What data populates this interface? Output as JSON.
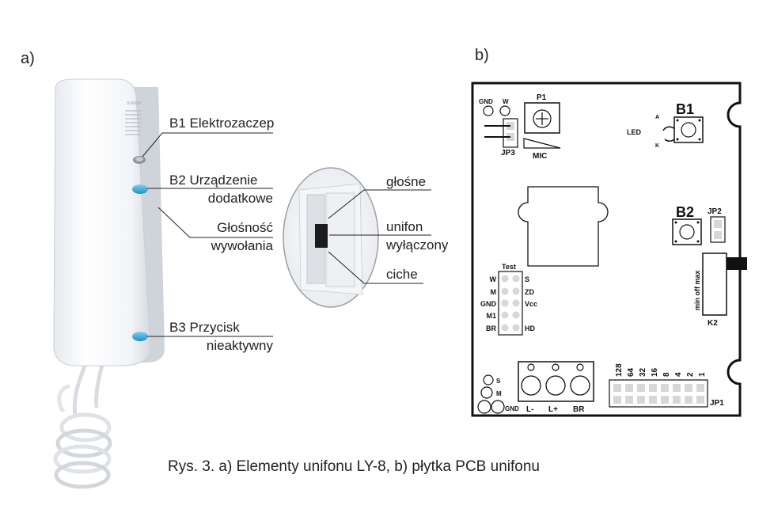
{
  "panels": {
    "a": "a)",
    "b": "b)"
  },
  "handset": {
    "brand": "SUNDIX",
    "callouts": [
      {
        "line1": "B1 Elektrozaczep",
        "line2": ""
      },
      {
        "line1": "B2 Urządzenie",
        "line2": "dodatkowe"
      },
      {
        "line1": "Głośność",
        "line2": "wywołania"
      },
      {
        "line1": "B3 Przycisk",
        "line2": "nieaktywny"
      }
    ]
  },
  "switch_detail": {
    "callouts": [
      {
        "line1": "głośne",
        "line2": ""
      },
      {
        "line1": "unifon",
        "line2": "wyłączony"
      },
      {
        "line1": "ciche",
        "line2": ""
      }
    ]
  },
  "pcb": {
    "gnd": "GND",
    "w": "W",
    "p1": "P1",
    "jp3": "JP3",
    "mic": "MIC",
    "led": "LED",
    "led_a": "A",
    "led_k": "K",
    "b1": "B1",
    "b2": "B2",
    "jp2": "JP2",
    "k2_scale": "min off max",
    "k2": "K2",
    "test": {
      "title": "Test",
      "left": [
        "W",
        "M",
        "GND",
        "M1",
        "BR"
      ],
      "right": [
        "S",
        "ZD",
        "Vcc",
        "",
        "HD"
      ]
    },
    "terminals": [
      "L-",
      "L+",
      "BR"
    ],
    "jp1_values": [
      "128",
      "64",
      "32",
      "16",
      "8",
      "4",
      "2",
      "1"
    ],
    "jp1": "JP1",
    "bottom_left": {
      "s": "S",
      "m": "M",
      "gnd": "GND"
    }
  },
  "caption": "Rys. 3. a) Elementy unifonu LY-8, b) płytka PCB unifonu"
}
